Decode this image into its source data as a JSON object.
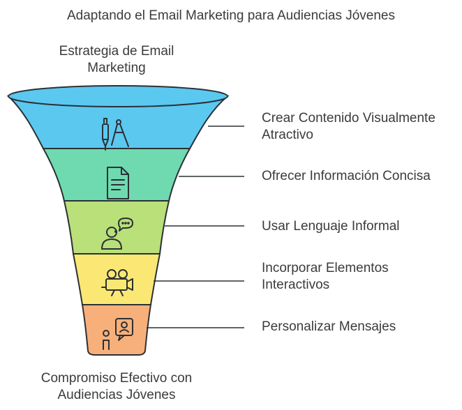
{
  "title": "Adaptando el Email Marketing para Audiencias Jóvenes",
  "top_label_line1": "Estrategia de Email",
  "top_label_line2": "Marketing",
  "bottom_label_line1": "Compromiso Efectivo con",
  "bottom_label_line2": "Audiencias Jóvenes",
  "stages": [
    {
      "line1": "Crear Contenido Visualmente",
      "line2": "Atractivo",
      "icon": "drafting-tools-icon",
      "color": "#5bc8f0"
    },
    {
      "line1": "Ofrecer Información Concisa",
      "line2": "",
      "icon": "document-icon",
      "color": "#6fdab0"
    },
    {
      "line1": "Usar Lenguaje Informal",
      "line2": "",
      "icon": "chat-person-icon",
      "color": "#b9e079"
    },
    {
      "line1": "Incorporar Elementos",
      "line2": "Interactivos",
      "icon": "video-camera-icon",
      "color": "#fbe874"
    },
    {
      "line1": "Personalizar Mensajes",
      "line2": "",
      "icon": "personalized-message-icon",
      "color": "#f8b07a"
    }
  ]
}
